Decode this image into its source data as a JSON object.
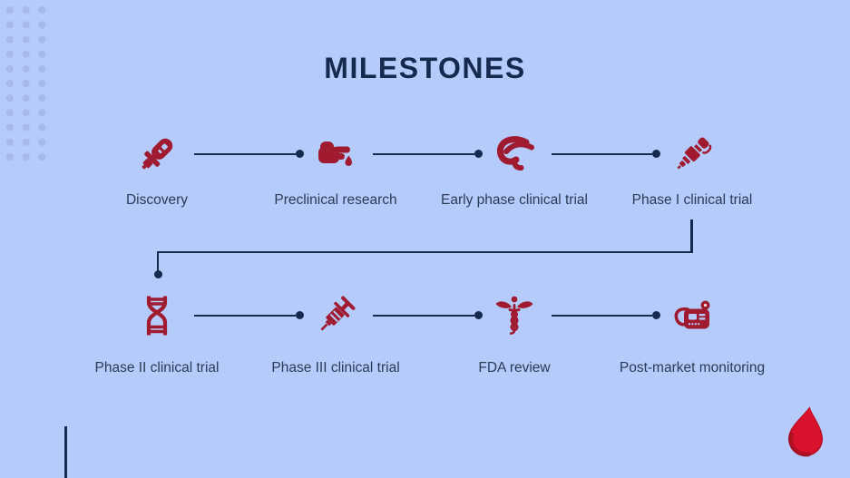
{
  "slide": {
    "title": "MILESTONES",
    "background_color": "#b5cbf9",
    "accent_navy": "#16294f",
    "label_color": "#2c3a58",
    "icon_red": "#a01a30",
    "blood_drop_red": "#d3122b",
    "dot_pattern_color": "#a6b9e8",
    "rows": [
      {
        "items": [
          {
            "label": "Discovery",
            "icon": "dermatoscope-icon"
          },
          {
            "label": "Preclinical research",
            "icon": "fist-blood-test-icon"
          },
          {
            "label": "Early phase clinical trial",
            "icon": "pancreas-icon"
          },
          {
            "label": "Phase I clinical trial",
            "icon": "injection-pen-icon"
          }
        ]
      },
      {
        "items": [
          {
            "label": "Phase II clinical trial",
            "icon": "dna-icon"
          },
          {
            "label": "Phase III clinical trial",
            "icon": "syringe-icon"
          },
          {
            "label": "FDA review",
            "icon": "caduceus-icon"
          },
          {
            "label": "Post-market monitoring",
            "icon": "medical-monitor-icon"
          }
        ]
      }
    ]
  }
}
